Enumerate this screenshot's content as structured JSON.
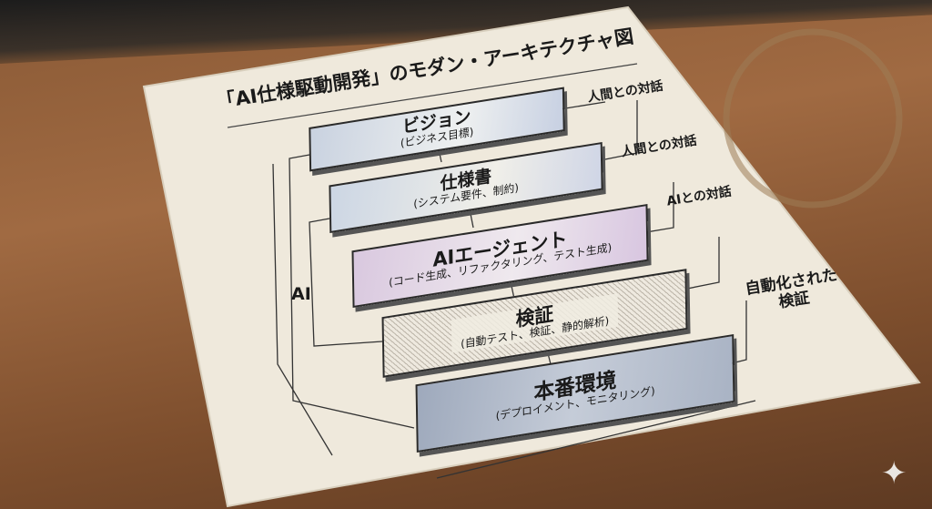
{
  "title": "「AI仕様駆動開発」のモダン・アーキテクチャ図",
  "layers": [
    {
      "name": "ビジョン",
      "detail": "(ビジネス目標)"
    },
    {
      "name": "仕様書",
      "detail": "(システム要件、制約)"
    },
    {
      "name": "AIエージェント",
      "detail": "(コード生成、リファクタリング、テスト生成)"
    },
    {
      "name": "検証",
      "detail": "(自動テスト、検証、静的解析)"
    },
    {
      "name": "本番環境",
      "detail": "(デプロイメント、モニタリング)"
    }
  ],
  "annotations": {
    "human_dialog_1": "人間との対話",
    "human_dialog_2": "人間との対話",
    "ai_dialog": "AIとの対話",
    "automated_line1": "自動化された",
    "automated_line2": "検証",
    "ai_side": "AI"
  },
  "colors": {
    "paper": "#efe9dc",
    "wood": "#8a5a36"
  }
}
